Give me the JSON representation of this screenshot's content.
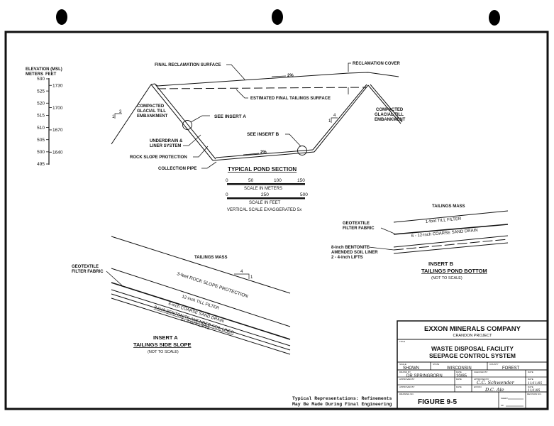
{
  "elevation_scale": {
    "title": "ELEVATION (MSL)",
    "meters_label": "METERS",
    "feet_label": "FEET",
    "meters_ticks": [
      "530",
      "525",
      "520",
      "515",
      "510",
      "505",
      "500",
      "495"
    ],
    "feet_ticks": [
      "1730",
      "1700",
      "1670",
      "1640"
    ]
  },
  "pond_section": {
    "labels": {
      "final_reclamation_surface": "FINAL RECLAMATION SURFACE",
      "reclamation_cover": "RECLAMATION COVER",
      "estimated_final_tailings_surface": "ESTIMATED FINAL TAILINGS SURFACE",
      "slope_top": "2%",
      "slope_bottom": "2%",
      "left_embankment": [
        "COMPACTED",
        "GLACIAL TILL",
        "EMBANKMENT"
      ],
      "right_embankment": [
        "COMPACTED",
        "GLACIAL TILL",
        "EMBANKMENT"
      ],
      "see_insert_a": "SEE INSERT A",
      "see_insert_b": "SEE INSERT B",
      "underdrain": [
        "UNDERDRAIN &",
        "LINER SYSTEM"
      ],
      "rock_slope_protection": "ROCK SLOPE PROTECTION",
      "collection_pipe": "COLLECTION PIPE",
      "left_slope_ratio": {
        "run": "3",
        "rise": "1"
      },
      "right_slope_ratio": {
        "run": "4",
        "rise": "1"
      }
    },
    "title": "TYPICAL POND SECTION",
    "scale_meters": {
      "ticks": [
        "0",
        "50",
        "100",
        "150"
      ],
      "label": "SCALE IN METERS"
    },
    "scale_feet": {
      "ticks": [
        "0",
        "250",
        "500"
      ],
      "label": "SCALE IN FEET"
    },
    "vertical_note": "VERTICAL SCALE EXAGGERATED 5x"
  },
  "insert_a": {
    "tailings_mass": "TAILINGS MASS",
    "geotextile": [
      "GEOTEXTILE",
      "FILTER FABRIC"
    ],
    "slope_ratio": {
      "run": "4",
      "rise": "1"
    },
    "layers": [
      "3-feet ROCK SLOPE PROTECTION",
      "12-inch TILL FILTER",
      "6-inch COARSE SAND DRAIN",
      "8-inch BENTONITE AMENDED SOIL LINER",
      "2 - 4-inch LIFTS"
    ],
    "title_line1": "INSERT A",
    "title_line2": "TAILINGS SIDE SLOPE",
    "note": "(NOT TO SCALE)"
  },
  "insert_b": {
    "tailings_mass": "TAILINGS MASS",
    "geotextile": [
      "GEOTEXTILE",
      "FILTER FABRIC"
    ],
    "layers": [
      "1-foot TILL FILTER",
      "6 - 12-inch COARSE SAND DRAIN"
    ],
    "liner": [
      "8-inch BENTONITE",
      "AMENDED SOIL LINER",
      "2 - 4-inch LIFTS"
    ],
    "title_line1": "INSERT B",
    "title_line2": "TAILINGS POND BOTTOM",
    "note": "(NOT TO SCALE)"
  },
  "footnote": [
    "Typical Representations:  Refinements",
    "May Be Made During Final Engineering"
  ],
  "title_block": {
    "company": "EXXON MINERALS COMPANY",
    "project": "CRANDON PROJECT",
    "title_caption": "TITLE",
    "title_line1": "WASTE DISPOSAL FACILITY",
    "title_line2": "SEEPAGE CONTROL SYSTEM",
    "scale_caption": "SCALE",
    "scale": "SHOWN",
    "state_caption": "STATE",
    "state": "WISCONSIN",
    "county_caption": "COUNTY",
    "county": "FOREST",
    "drawn_by_caption": "DRAWN BY",
    "drawn_by": "DR SPRINGBORN",
    "date_caption": "DATE",
    "drawn_date": "10/85",
    "checked_by_caption": "CHECKED BY",
    "approved_by_caption": "APPROVED BY",
    "approved_by_2_caption": "APPROVED BY",
    "exxon_caption": "EXXON",
    "approved_signature": "C.C. Schwender",
    "approved_date": "11/11/85",
    "exxon_signature": "D.C. Ale",
    "exxon_date": "11/1/85",
    "drawing_no_caption": "DRAWING NO.",
    "figure": "FIGURE 9-5",
    "sheet_caption": "SHEET",
    "of_caption": "OF",
    "revision_caption": "REVISION NO."
  }
}
